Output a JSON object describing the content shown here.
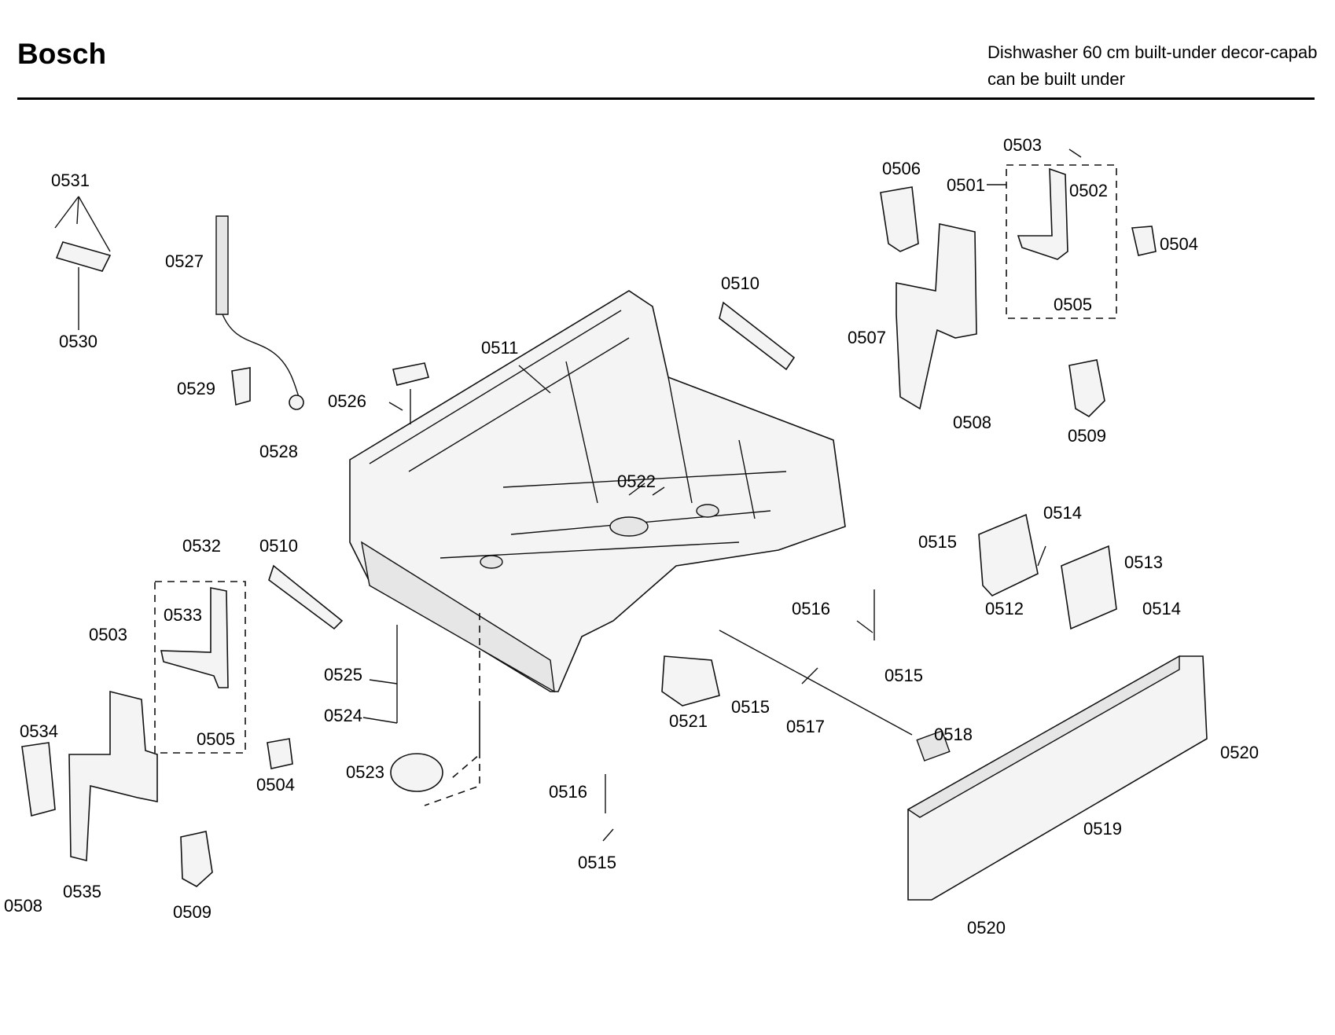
{
  "header": {
    "brand": "Bosch",
    "subtitle_line1": "Dishwasher 60 cm built-under decor-capab",
    "subtitle_line2": "can be built under"
  },
  "labels": {
    "p0501": "0501",
    "p0502": "0502",
    "p0503a": "0503",
    "p0503b": "0503",
    "p0504a": "0504",
    "p0504b": "0504",
    "p0505a": "0505",
    "p0505b": "0505",
    "p0506": "0506",
    "p0507": "0507",
    "p0508a": "0508",
    "p0508b": "0508",
    "p0509a": "0509",
    "p0509b": "0509",
    "p0510a": "0510",
    "p0510b": "0510",
    "p0511": "0511",
    "p0512": "0512",
    "p0513": "0513",
    "p0514a": "0514",
    "p0514b": "0514",
    "p0515a": "0515",
    "p0515b": "0515",
    "p0515c": "0515",
    "p0515d": "0515",
    "p0516a": "0516",
    "p0516b": "0516",
    "p0517": "0517",
    "p0518": "0518",
    "p0519": "0519",
    "p0520a": "0520",
    "p0520b": "0520",
    "p0521": "0521",
    "p0522": "0522",
    "p0523": "0523",
    "p0524": "0524",
    "p0525": "0525",
    "p0526": "0526",
    "p0527": "0527",
    "p0528": "0528",
    "p0529": "0529",
    "p0530": "0530",
    "p0531": "0531",
    "p0532": "0532",
    "p0533": "0533",
    "p0534": "0534",
    "p0535": "0535"
  }
}
